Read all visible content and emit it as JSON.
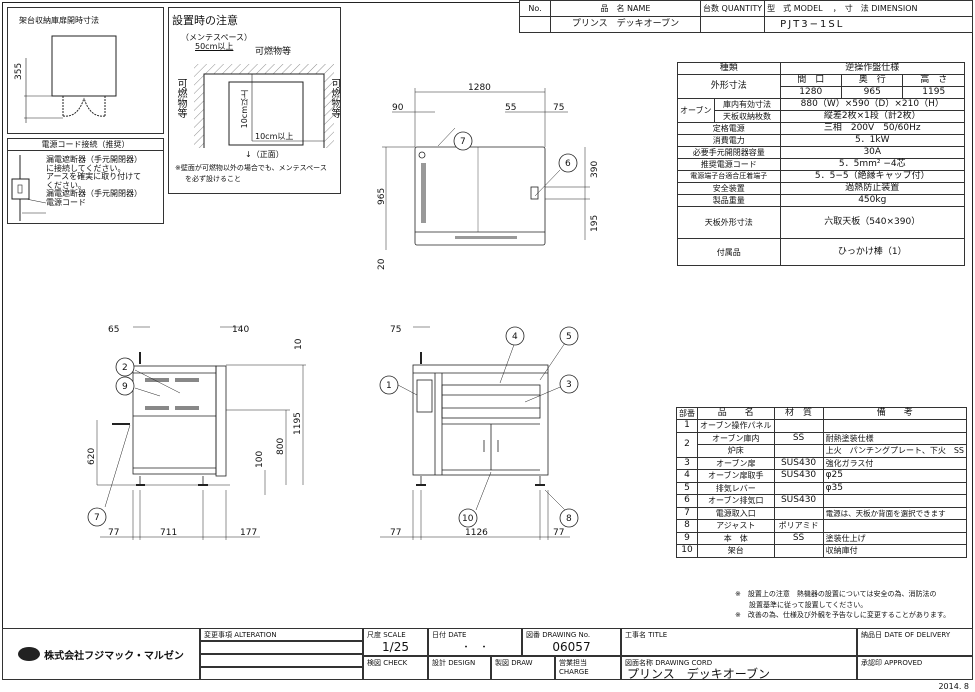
{
  "header": {
    "no_label": "No.",
    "name_label": "品　名 NAME",
    "quantity_label": "台数 QUANTITY",
    "model_label": "型　式 MODEL",
    "dimension_label": "，　寸　法 DIMENSION",
    "product_name": "プリンス　デッキオーブン",
    "model": "PJT3−1SL"
  },
  "door_box": {
    "title": "架台収納庫扉開時寸法",
    "dim": "355"
  },
  "power_box": {
    "title": "電源コード接続（推奨）",
    "text1": "漏電遮断器（手元開閉器）",
    "text2": "に接続してください。",
    "text3": "アースを確実に取り付けて",
    "text4": "ください。",
    "label_breaker": "漏電遮断器（手元開閉器）",
    "label_cord": "電源コード"
  },
  "install_box": {
    "title": "設置時の注意",
    "maint": "（メンテスペース）",
    "maint_dim": "50cm以上",
    "combustible": "可燃物等",
    "left_combustible": "可燃物等",
    "right_combustible": "可燃物等",
    "dim_back": "10cm以上",
    "dim_side": "10cm以上",
    "front": "↓（正面）",
    "note1": "※壁面が可燃物以外の場合でも、メンテスペース",
    "note2": "を必ず設けること"
  },
  "spec": {
    "type_label": "種類",
    "type_value": "逆操作盤仕様",
    "outer_label": "外形寸法",
    "width_label": "間　口",
    "depth_label": "奥　行",
    "height_label": "高　さ",
    "width": "1280",
    "depth": "965",
    "height": "1195",
    "oven_label": "オーブン",
    "inner_label": "庫内有効寸法",
    "inner_value": "880（W）×590（D）×210（H）",
    "tray_label": "天板収納枚数",
    "tray_value": "縦差2枚×1段（計2枚）",
    "rows": [
      {
        "label": "定格電源",
        "value": "三相　200V　50/60Hz"
      },
      {
        "label": "消費電力",
        "value": "5．1kW"
      },
      {
        "label": "必要手元開閉器容量",
        "value": "30A"
      },
      {
        "label": "推奨電源コード",
        "value": "5．5mm² −4芯"
      },
      {
        "label": "電源端子台適合圧着端子",
        "value": "5．5−5（絶縁キャップ付）"
      },
      {
        "label": "安全装置",
        "value": "過熱防止装置"
      },
      {
        "label": "製品重量",
        "value": "450kg"
      }
    ],
    "top_label": "天板外形寸法",
    "top_value": "六取天板（540×390）",
    "acc_label": "付属品",
    "acc_value": "ひっかけ棒（1）"
  },
  "plan_view": {
    "w": "1280",
    "d90": "90",
    "d55": "55",
    "d75": "75",
    "d965": "965",
    "d20": "20",
    "d390": "390",
    "d195": "195",
    "c7": "7",
    "c6": "6"
  },
  "side_view": {
    "d65": "65",
    "d140": "140",
    "d10": "10",
    "d1195": "1195",
    "d800": "800",
    "d100": "100",
    "d620": "620",
    "d77": "77",
    "d711": "711",
    "d177": "177",
    "c2": "2",
    "c9": "9",
    "c7": "7"
  },
  "front_view": {
    "d75": "75",
    "d77a": "77",
    "d1126": "1126",
    "d77b": "77",
    "c1": "1",
    "c3": "3",
    "c4": "4",
    "c5": "5",
    "c8": "8",
    "c10": "10"
  },
  "parts": {
    "headers": [
      "部番",
      "品　　名",
      "材　質",
      "備　　考"
    ],
    "rows": [
      [
        "1",
        "オーブン操作パネル",
        "",
        ""
      ],
      [
        "2",
        "オーブン庫内",
        "SS",
        "耐熱塗装仕様"
      ],
      [
        "",
        "炉床",
        "",
        "上火　パンチングプレート、下火　SS"
      ],
      [
        "3",
        "オーブン扉",
        "SUS430",
        "強化ガラス付"
      ],
      [
        "4",
        "オーブン扉取手",
        "SUS430",
        "φ25"
      ],
      [
        "5",
        "排気レバー",
        "",
        "φ35"
      ],
      [
        "6",
        "オーブン排気口",
        "SUS430",
        ""
      ],
      [
        "7",
        "電源取入口",
        "",
        "電源は、天板か背面を選択できます"
      ],
      [
        "8",
        "アジャスト",
        "ポリアミド",
        ""
      ],
      [
        "9",
        "本　体",
        "SS",
        "塗装仕上げ"
      ],
      [
        "10",
        "架台",
        "",
        "収納庫付"
      ]
    ]
  },
  "notes": {
    "n1": "※　設置上の注意　熱機器の設置については安全の為、消防法の",
    "n1b": "設置基準に従って設置してください。",
    "n2": "※　改善の為、仕様及び外観を予告なしに変更することがあります。"
  },
  "title_block": {
    "company": "株式会社フジマック・マルゼン",
    "alteration": "変更事項 ALTERATION",
    "scale_label": "尺度 SCALE",
    "scale": "1/25",
    "date_label": "日付 DATE",
    "date_value": "・　・",
    "drawing_no_label": "図番 DRAWING No.",
    "drawing_no": "06057",
    "title_label": "工事名 TITLE",
    "delivery_label": "納品日 DATE OF DELIVERY",
    "check_label": "検図 CHECK",
    "design_label": "設計 DESIGN",
    "draw_label": "製図 DRAW",
    "charge_label": "営業担当 CHARGE",
    "cord_label": "図面名称 DRAWING CORD",
    "cord_value": "プリンス　デッキオーブン",
    "approved_label": "承認印 APPROVED"
  },
  "footer_date": "2014. 8"
}
